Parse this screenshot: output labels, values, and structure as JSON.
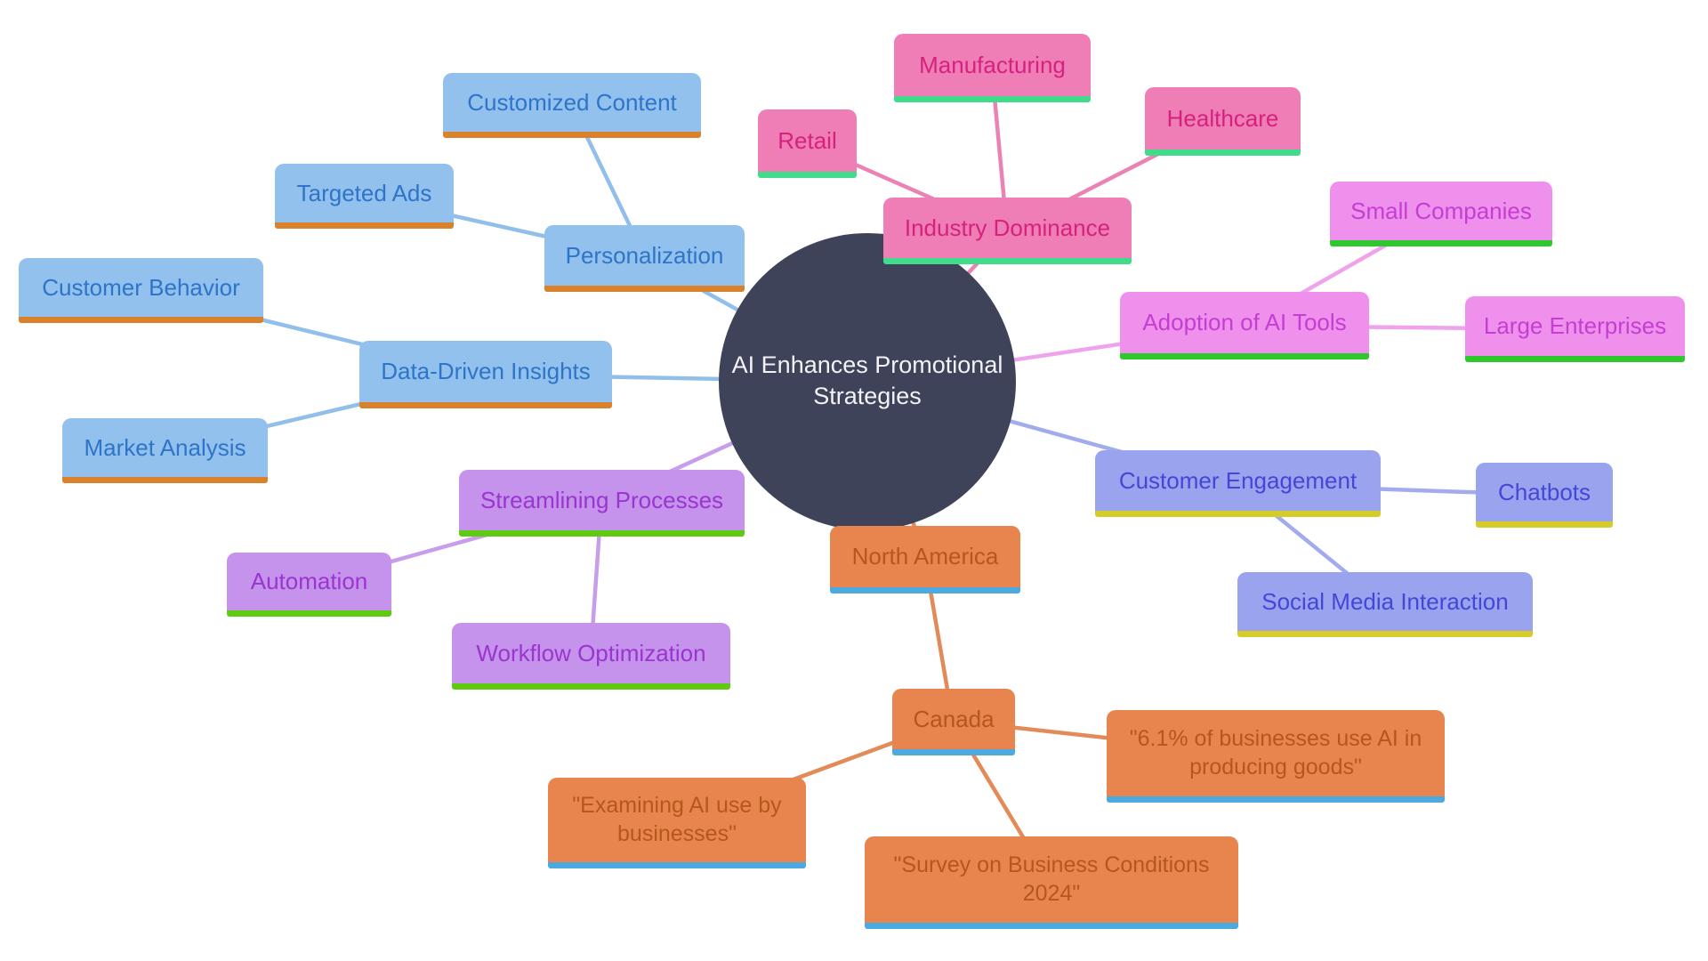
{
  "center": {
    "label": "AI Enhances Promotional Strategies"
  },
  "branches": {
    "personalization": {
      "label": "Personalization",
      "children": {
        "customized_content": {
          "label": "Customized Content"
        },
        "targeted_ads": {
          "label": "Targeted Ads"
        }
      }
    },
    "data_driven_insights": {
      "label": "Data-Driven Insights",
      "children": {
        "customer_behavior": {
          "label": "Customer Behavior"
        },
        "market_analysis": {
          "label": "Market Analysis"
        }
      }
    },
    "industry_dominance": {
      "label": "Industry Dominance",
      "children": {
        "manufacturing": {
          "label": "Manufacturing"
        },
        "retail": {
          "label": "Retail"
        },
        "healthcare": {
          "label": "Healthcare"
        }
      }
    },
    "adoption_of_ai_tools": {
      "label": "Adoption of AI Tools",
      "children": {
        "small_companies": {
          "label": "Small Companies"
        },
        "large_enterprises": {
          "label": "Large Enterprises"
        }
      }
    },
    "customer_engagement": {
      "label": "Customer Engagement",
      "children": {
        "chatbots": {
          "label": "Chatbots"
        },
        "social_media_interaction": {
          "label": "Social Media Interaction"
        }
      }
    },
    "streamlining_processes": {
      "label": "Streamlining Processes",
      "children": {
        "automation": {
          "label": "Automation"
        },
        "workflow_optimization": {
          "label": "Workflow Optimization"
        }
      }
    },
    "north_america": {
      "label": "North America",
      "children": {
        "canada": {
          "label": "Canada",
          "children": {
            "quote_61_percent": {
              "label": "\"6.1% of businesses use AI in producing goods\""
            },
            "quote_examining": {
              "label": "\"Examining AI use by businesses\""
            },
            "quote_survey": {
              "label": "\"Survey on Business Conditions 2024\""
            }
          }
        }
      }
    }
  },
  "palette": {
    "center_bg": "#3E4359",
    "center_text": "#F2F2F7",
    "blue": {
      "bg": "#92C1ED",
      "text": "#2E74C8",
      "bar": "#D9822B",
      "line": "#92BEEA"
    },
    "pink": {
      "bg": "#EE7EB5",
      "text": "#D6217E",
      "bar": "#41DC8B",
      "line": "#EA82B4"
    },
    "orchid": {
      "bg": "#EE90EC",
      "text": "#C53ED3",
      "bar": "#2EC82E",
      "line": "#EFA3EC"
    },
    "periwinkle": {
      "bg": "#9AA3ED",
      "text": "#4347D8",
      "bar": "#D6CC28",
      "line": "#A3ABEF"
    },
    "purple": {
      "bg": "#C592EC",
      "text": "#9A35CF",
      "bar": "#5ECB12",
      "line": "#C89DEB"
    },
    "orange": {
      "bg": "#E8854E",
      "text": "#B5571D",
      "bar": "#4BAADF",
      "line": "#E28A58"
    }
  }
}
